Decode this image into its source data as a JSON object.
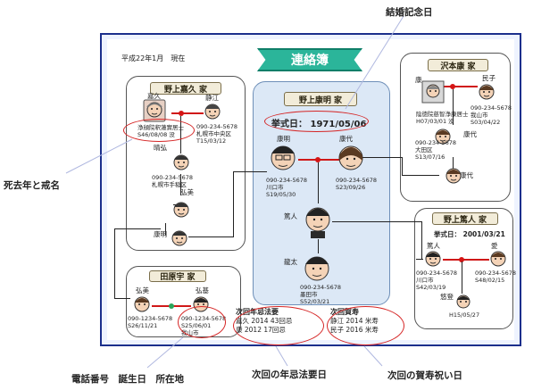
{
  "annotations": {
    "anniversary": "結婚記念日",
    "death": "死去年と戒名",
    "contact": "電話番号　誕生日　所在地",
    "memorial": "次回の年忌法要日",
    "longevity": "次回の賀寿祝い日"
  },
  "header": {
    "date": "平成22年1月　現在",
    "title": "連絡簿"
  },
  "families": {
    "kyuya": {
      "title": "野上嘉久 家"
    },
    "koumei": {
      "title": "野上康明 家",
      "wedding": "挙式日： 1971/05/06"
    },
    "tamura": {
      "title": "沢本康 家"
    },
    "takato": {
      "title": "野上篤人 家",
      "wedding": "挙式日： 2001/03/21"
    },
    "tahara": {
      "title": "田原宇 家"
    }
  },
  "people": {
    "kaku": {
      "name": "嘉久",
      "info": [
        "浄顔院釈蓮實居士",
        "S46/08/08 没"
      ]
    },
    "shizue": {
      "name": "静江",
      "info": [
        "090-234-5678",
        "札幌市中央区",
        "T15/03/12"
      ]
    },
    "seiko": {
      "name": "晴弘",
      "info": [
        "090-234-5678",
        "札幌市手稲区"
      ]
    },
    "hiromi": {
      "name": "弘美"
    },
    "koumei_small": {
      "name": "康明"
    },
    "kou": {
      "name": "康"
    },
    "tamiko": {
      "name": "民子",
      "info": [
        "090-234-5678",
        "我山市",
        "S03/04/22"
      ]
    },
    "kou_info": {
      "info": [
        "陰徳院慈智浄康居士",
        "H07/03/01 没"
      ]
    },
    "kouyo": {
      "name": "康代",
      "info": [
        "090-234-5678",
        "大田区",
        "S13/07/16"
      ]
    },
    "kouyo_small": {
      "name": "康代"
    },
    "koumei_main": {
      "name": "康明",
      "info": [
        "090-234-5678",
        "川口市",
        "S19/05/30"
      ]
    },
    "kouyo_main": {
      "name": "康代",
      "info": [
        "090-234-5678",
        "S23/09/26"
      ]
    },
    "takato_main": {
      "name": "篤人"
    },
    "ryuta": {
      "name": "龍太",
      "info": [
        "090-234-5678",
        "墨田市",
        "S52/03/21"
      ]
    },
    "takato_r": {
      "name": "篤人",
      "info": [
        "090-234-5678",
        "川口市",
        "S42/03/19"
      ]
    },
    "satoshi": {
      "name": "愛",
      "info": [
        "090-234-5678",
        "S48/02/15"
      ]
    },
    "yuto": {
      "name": "悠登",
      "info": [
        "H15/05/27"
      ]
    },
    "hiromi_t": {
      "name": "弘美",
      "info": [
        "090-1234-5678",
        "S26/11/21"
      ]
    },
    "hiroki": {
      "name": "弘基",
      "info": [
        "090-1234-5678",
        "S25/06/01",
        "我山市"
      ]
    }
  },
  "memorial": {
    "title": "次回年忌法要",
    "rows": [
      {
        "name": "嘉久",
        "year": "2014",
        "kind": "43回忌"
      },
      {
        "name": "康",
        "year": "2012",
        "kind": "17回忌"
      }
    ]
  },
  "longevity": {
    "title": "次回賀寿",
    "rows": [
      {
        "name": "静江",
        "year": "2014",
        "kind": "米寿"
      },
      {
        "name": "民子",
        "year": "2016",
        "kind": "米寿"
      }
    ]
  }
}
